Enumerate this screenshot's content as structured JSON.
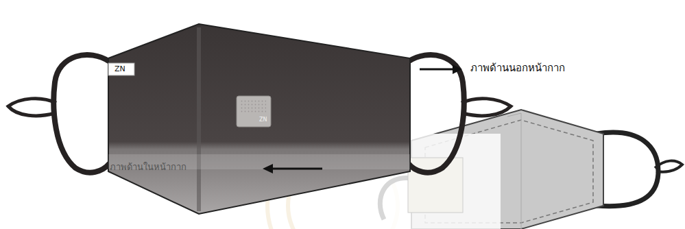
{
  "diagram": {
    "labels": [
      "ZN",
      "ZN",
      "ภาพด้านนอกหน้ากาก",
      "ภาพด้านในหน้ากาก"
    ]
  }
}
